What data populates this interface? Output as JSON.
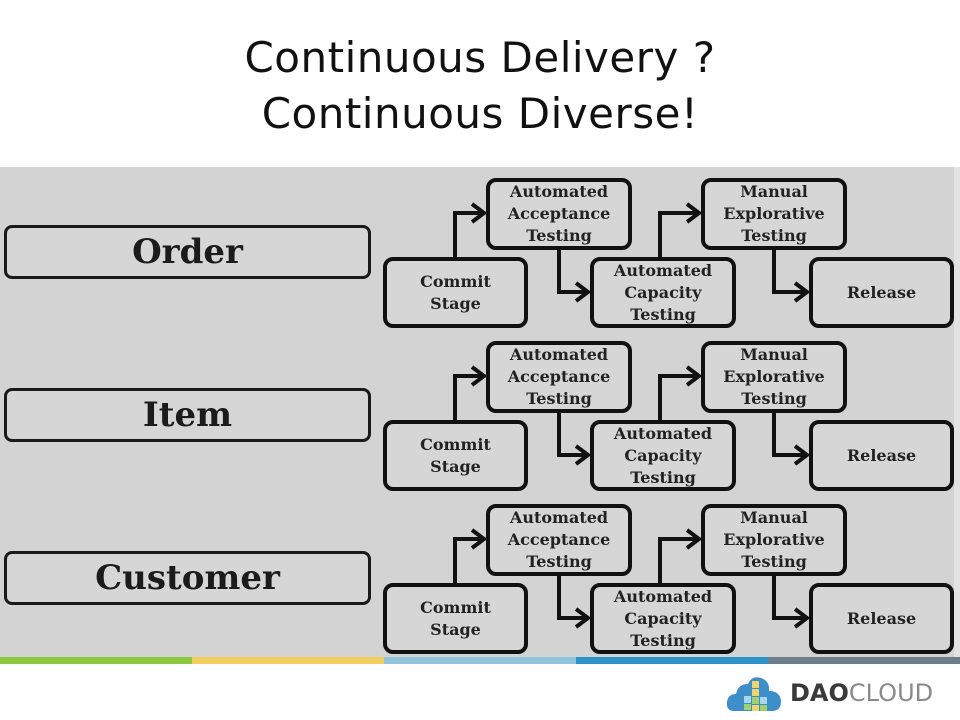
{
  "title": {
    "line1": "Continuous Delivery ?",
    "line2": "Continuous Diverse!"
  },
  "pipelines": [
    {
      "name": "Order",
      "stages": {
        "commit": "Commit\nStage",
        "acceptance": "Automated\nAcceptance\nTesting",
        "capacity": "Automated\nCapacity\nTesting",
        "manual": "Manual\nExplorative\nTesting",
        "release": "Release"
      }
    },
    {
      "name": "Item",
      "stages": {
        "commit": "Commit\nStage",
        "acceptance": "Automated\nAcceptance\nTesting",
        "capacity": "Automated\nCapacity\nTesting",
        "manual": "Manual\nExplorative\nTesting",
        "release": "Release"
      }
    },
    {
      "name": "Customer",
      "stages": {
        "commit": "Commit\nStage",
        "acceptance": "Automated\nAcceptance\nTesting",
        "capacity": "Automated\nCapacity\nTesting",
        "manual": "Manual\nExplorative\nTesting",
        "release": "Release"
      }
    }
  ],
  "flow": [
    [
      "commit",
      "acceptance"
    ],
    [
      "acceptance",
      "capacity"
    ],
    [
      "capacity",
      "manual"
    ],
    [
      "manual",
      "release"
    ]
  ],
  "footer": {
    "stripe_colors": [
      "#8dc63f",
      "#f0cf5e",
      "#8fc4da",
      "#2e93c6",
      "#6a7f8b"
    ],
    "logo": {
      "icon": "cloud-blocks-icon",
      "brand_bold": "DAO",
      "brand_light": "CLOUD",
      "colors": {
        "cloud": "#3d8fcb",
        "blocks": [
          "#f2d46b",
          "#9fd36a",
          "#a8d6ef"
        ]
      }
    }
  }
}
